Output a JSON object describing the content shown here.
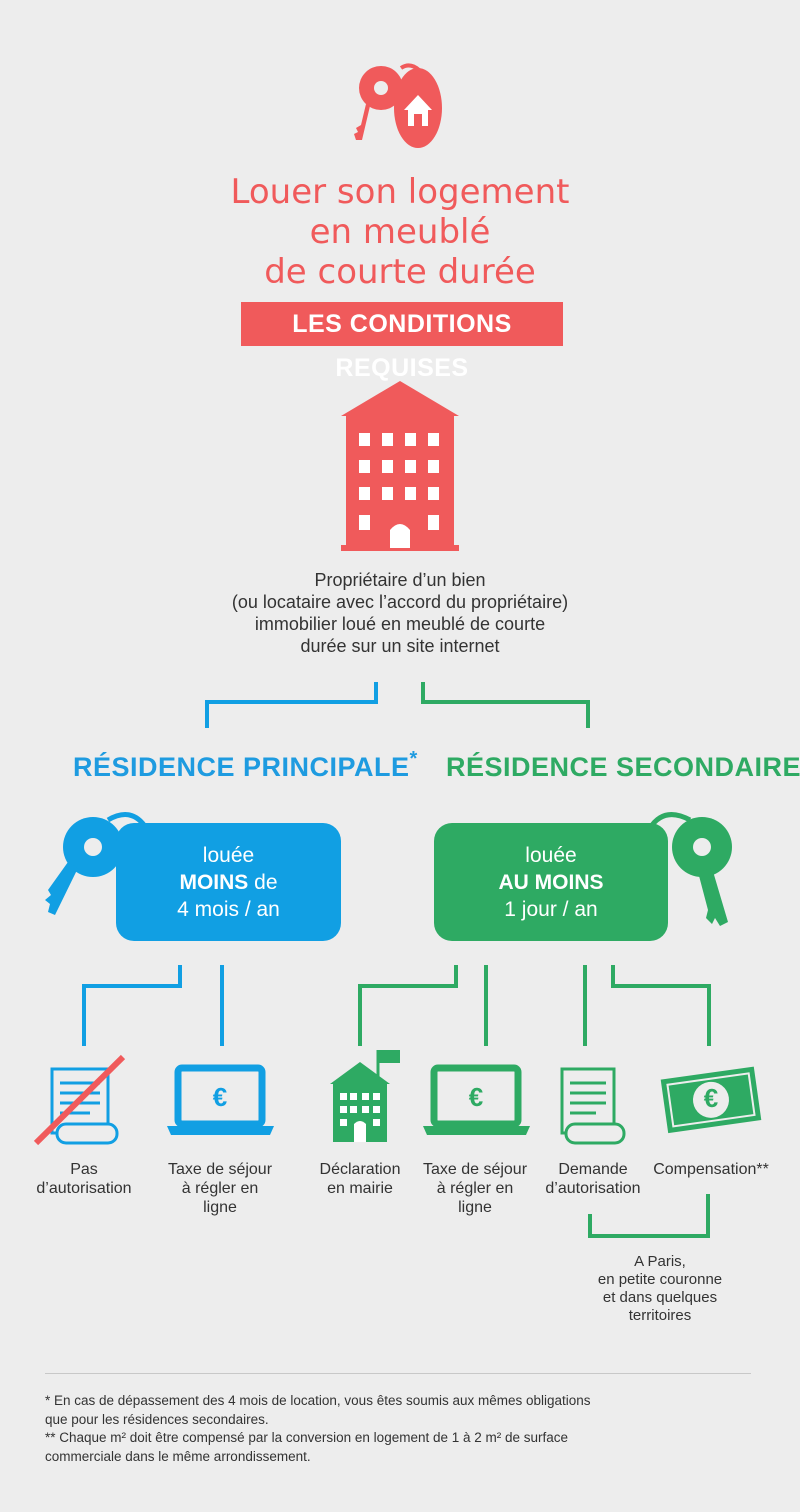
{
  "title": {
    "line1": "Louer son logement",
    "line2": "en meublé",
    "line3": "de courte durée"
  },
  "subtitle": "LES CONDITIONS REQUISES",
  "owner": {
    "line1": "Propriétaire d’un bien",
    "line2": "(ou locataire avec l’accord du propriétaire)",
    "line3": "immobilier loué en meublé de courte",
    "line4": "durée sur un site internet"
  },
  "principal": {
    "heading": "RÉSIDENCE PRINCIPALE",
    "heading_mark": "*",
    "pill_line1": "louée",
    "pill_bold": "MOINS",
    "pill_rest": " de",
    "pill_line3": "4 mois / an",
    "items": [
      {
        "label1": "Pas",
        "label2": "d’autorisation"
      },
      {
        "label1": "Taxe de séjour",
        "label2": "à régler en",
        "label3": "ligne"
      }
    ]
  },
  "secondaire": {
    "heading": "RÉSIDENCE SECONDAIRE",
    "pill_line1": "louée",
    "pill_bold": "AU MOINS",
    "pill_line3": "1 jour / an",
    "items": [
      {
        "label1": "Déclaration",
        "label2": "en mairie"
      },
      {
        "label1": "Taxe de séjour",
        "label2": "à régler en",
        "label3": "ligne"
      },
      {
        "label1": "Demande",
        "label2": "d’autorisation"
      },
      {
        "label1": "Compensation**"
      }
    ],
    "paris_note": {
      "line1": "A Paris,",
      "line2": "en petite couronne",
      "line3": "et dans quelques",
      "line4": "territoires"
    }
  },
  "euro_symbol": "€",
  "footnotes": {
    "note1a": "* En cas de dépassement des 4 mois de location, vous êtes soumis aux mêmes obligations",
    "note1b": "que pour les résidences secondaires.",
    "note2a": "** Chaque m² doit être compensé par la conversion en logement de 1 à 2 m² de surface",
    "note2b": "commerciale dans le même arrondissement."
  },
  "colors": {
    "red": "#f05a5b",
    "blue": "#119fe3",
    "green": "#2eaa63",
    "background": "#ededed"
  }
}
